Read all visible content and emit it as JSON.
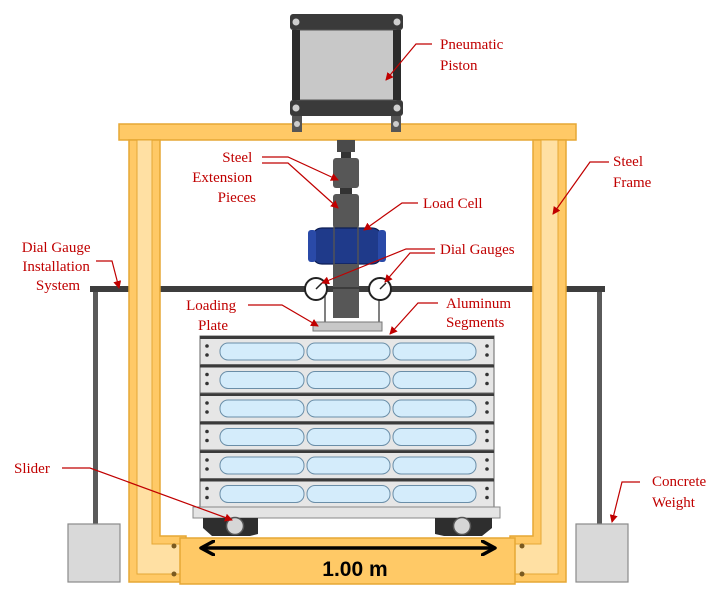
{
  "labels": {
    "pneumatic_piston": [
      "Pneumatic",
      "Piston"
    ],
    "steel_extension": [
      "Steel",
      "Extension",
      "Pieces"
    ],
    "load_cell": [
      "Load Cell"
    ],
    "dial_gauges": [
      "Dial Gauges"
    ],
    "steel_frame": [
      "Steel",
      "Frame"
    ],
    "dial_gauge_system": [
      "Dial Gauge",
      "Installation",
      "System"
    ],
    "loading_plate": [
      "Loading",
      "Plate"
    ],
    "aluminum_segments": [
      "Aluminum",
      "Segments"
    ],
    "slider": [
      "Slider"
    ],
    "concrete_weight": [
      "Concrete",
      "Weight"
    ]
  },
  "dimension": "1.00 m",
  "colors": {
    "frame": "#ffc966",
    "frame_edge": "#e6a735",
    "label_red": "#c00000",
    "load_cell_blue": "#1f3a8a",
    "piston_gray": "#c8c8c8"
  }
}
